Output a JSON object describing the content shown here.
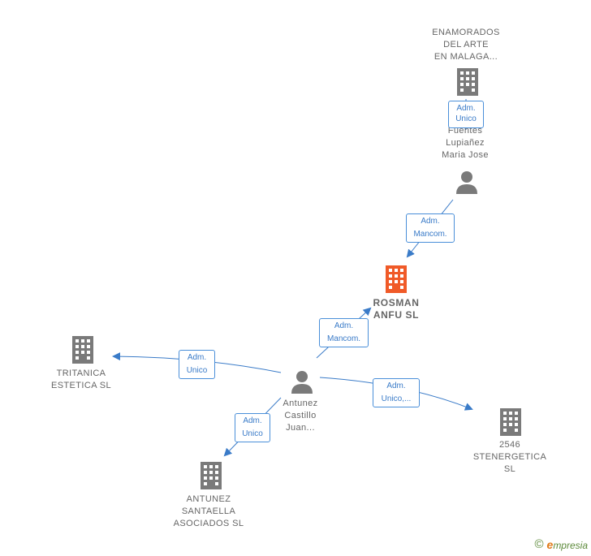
{
  "nodes": {
    "enamorados": {
      "label": "ENAMORADOS\nDEL ARTE\nEN MALAGA...",
      "type": "company"
    },
    "fuentes": {
      "label": "Fuentes\nLupiañez\nMaria Jose",
      "type": "person"
    },
    "rosman": {
      "label": "ROSMAN\nANFU SL",
      "type": "company-focus"
    },
    "tritanica": {
      "label": "TRITANICA\nESTETICA SL",
      "type": "company"
    },
    "antunez_person": {
      "label": "Antunez\nCastillo\nJuan...",
      "type": "person"
    },
    "stenergetica": {
      "label": "2546\nSTENERGETICA\nSL",
      "type": "company"
    },
    "antunez_company": {
      "label": "ANTUNEZ\nSANTAELLA\nASOCIADOS SL",
      "type": "company"
    }
  },
  "edges": {
    "fuentes_enamorados": {
      "line1": "Adm.",
      "line2": "Unico"
    },
    "fuentes_rosman": {
      "line1": "Adm.",
      "line2": "Mancom."
    },
    "antunez_rosman": {
      "line1": "Adm.",
      "line2": "Mancom."
    },
    "antunez_tritanica": {
      "line1": "Adm.",
      "line2": "Unico"
    },
    "antunez_stenergetica": {
      "line1": "Adm.",
      "line2": "Unico,..."
    },
    "antunez_antunezco": {
      "line1": "Adm.",
      "line2": "Unico"
    }
  },
  "colors": {
    "edge": "#3a7bc8",
    "node_gray": "#7a7a7a",
    "node_focus": "#f05a28"
  },
  "footer": {
    "copyright_symbol": "©",
    "brand_first": "e",
    "brand_rest": "mpresia"
  }
}
